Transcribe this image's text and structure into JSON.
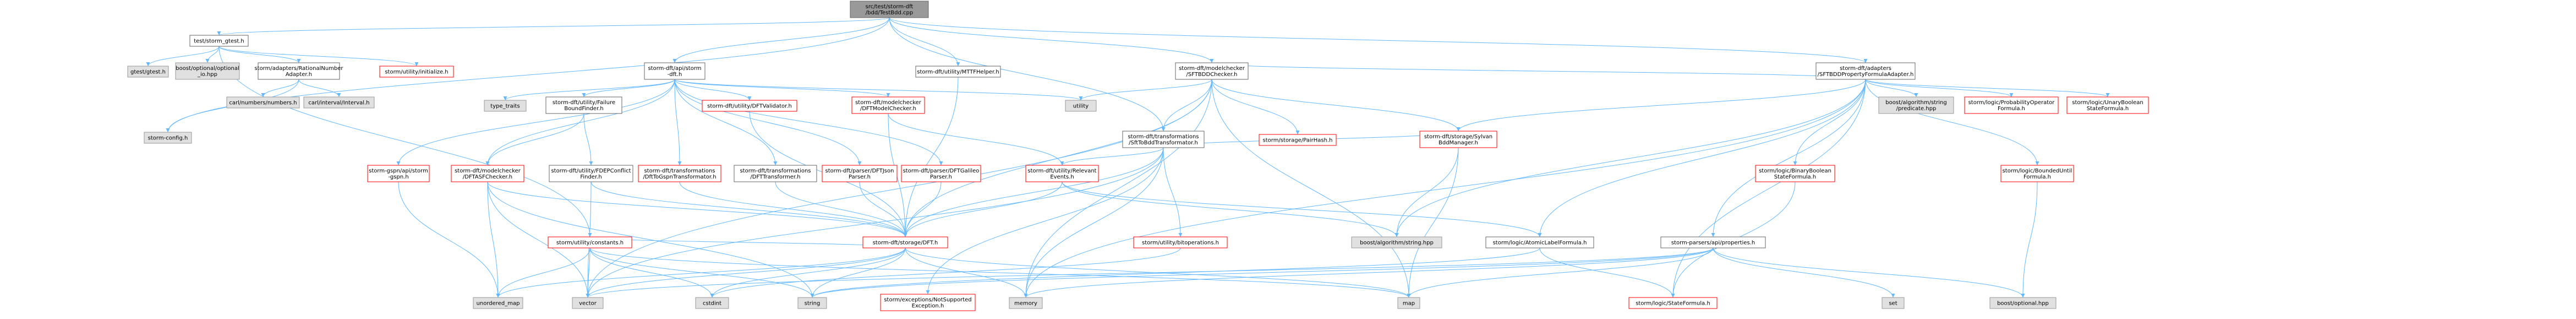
{
  "colors": {
    "root_fill": "#999999",
    "root_stroke": "#666666",
    "node_fill": "#ffffff",
    "node_stroke": "#666666",
    "red_stroke": "#ff0000",
    "red_text": "#ff0000",
    "ext_fill": "#e0e0e0",
    "ext_stroke": "#999999",
    "text": "#000000",
    "edge": "#63b8ff"
  },
  "nodes": {
    "root": {
      "lines": [
        "src/test/storm-dft",
        "/bdd/TestBdd.cpp"
      ],
      "kind": "root"
    },
    "storm_gtest": {
      "lines": [
        "test/storm_gtest.h"
      ],
      "kind": "normal"
    },
    "gtest": {
      "lines": [
        "gtest/gtest.h"
      ],
      "kind": "ext"
    },
    "boost_optional_io": {
      "lines": [
        "boost/optional/optional",
        "_io.hpp"
      ],
      "kind": "ext"
    },
    "rational_adapter": {
      "lines": [
        "storm/adapters/RationalNumber",
        "Adapter.h"
      ],
      "kind": "normal"
    },
    "storm_config": {
      "lines": [
        "storm-config.h"
      ],
      "kind": "ext"
    },
    "carl_numbers": {
      "lines": [
        "carl/numbers/numbers.h"
      ],
      "kind": "ext"
    },
    "carl_interval": {
      "lines": [
        "carl/interval/Interval.h"
      ],
      "kind": "ext"
    },
    "initialize": {
      "lines": [
        "storm/utility/initialize.h"
      ],
      "kind": "red"
    },
    "api_storm_dft": {
      "lines": [
        "storm-dft/api/storm",
        "-dft.h"
      ],
      "kind": "normal"
    },
    "mtfhelper": {
      "lines": [
        "storm-dft/utility/MTTFHelper.h"
      ],
      "kind": "normal"
    },
    "sftbdd_checker": {
      "lines": [
        "storm-dft/modelchecker",
        "/SFTBDDChecker.h"
      ],
      "kind": "normal"
    },
    "sftbdd_prop_adapter": {
      "lines": [
        "storm-dft/adapters",
        "/SFTBDDPropertyFormulaAdapter.h"
      ],
      "kind": "normal"
    },
    "type_traits": {
      "lines": [
        "type_traits"
      ],
      "kind": "ext"
    },
    "failure_bound": {
      "lines": [
        "storm-dft/utility/Failure",
        "BoundFinder.h"
      ],
      "kind": "normal"
    },
    "dft_validator": {
      "lines": [
        "storm-dft/utility/DFTValidator.h"
      ],
      "kind": "red"
    },
    "dft_model_checker": {
      "lines": [
        "storm-dft/modelchecker",
        "/DFTModelChecker.h"
      ],
      "kind": "red"
    },
    "utility": {
      "lines": [
        "utility"
      ],
      "kind": "ext"
    },
    "sftbdd_transformator": {
      "lines": [
        "storm-dft/transformations",
        "/SftToBddTransformator.h"
      ],
      "kind": "normal"
    },
    "pair_hash": {
      "lines": [
        "storm/storage/PairHash.h"
      ],
      "kind": "red"
    },
    "sylvan_bdd": {
      "lines": [
        "storm-dft/storage/Sylvan",
        "BddManager.h"
      ],
      "kind": "red"
    },
    "boost_string_pred": {
      "lines": [
        "boost/algorithm/string",
        "/predicate.hpp"
      ],
      "kind": "ext"
    },
    "prob_operator": {
      "lines": [
        "storm/logic/ProbabilityOperator",
        "Formula.h"
      ],
      "kind": "red"
    },
    "unary_bool": {
      "lines": [
        "storm/logic/UnaryBoolean",
        "StateFormula.h"
      ],
      "kind": "red"
    },
    "gspn": {
      "lines": [
        "storm-gspn/api/storm",
        "-gspn.h"
      ],
      "kind": "red"
    },
    "dft_asf_checker": {
      "lines": [
        "storm-dft/modelchecker",
        "/DFTASFChecker.h"
      ],
      "kind": "red"
    },
    "fdep_conflict": {
      "lines": [
        "storm-dft/utility/FDEPConflict",
        "Finder.h"
      ],
      "kind": "normal"
    },
    "dft_to_gspn": {
      "lines": [
        "storm-dft/transformations",
        "/DftToGspnTransformator.h"
      ],
      "kind": "red"
    },
    "dft_transformer": {
      "lines": [
        "storm-dft/transformations",
        "/DFTTransformer.h"
      ],
      "kind": "normal"
    },
    "dft_json_parser": {
      "lines": [
        "storm-dft/parser/DFTJson",
        "Parser.h"
      ],
      "kind": "red"
    },
    "dft_galileo_parser": {
      "lines": [
        "storm-dft/parser/DFTGalileo",
        "Parser.h"
      ],
      "kind": "red"
    },
    "relevant_events": {
      "lines": [
        "storm-dft/utility/Relevant",
        "Events.h"
      ],
      "kind": "red"
    },
    "binary_bool": {
      "lines": [
        "storm/logic/BinaryBoolean",
        "StateFormula.h"
      ],
      "kind": "red"
    },
    "bounded_until": {
      "lines": [
        "storm/logic/BoundedUntil",
        "Formula.h"
      ],
      "kind": "red"
    },
    "dft_h": {
      "lines": [
        "storm-dft/storage/DFT.h"
      ],
      "kind": "red"
    },
    "constants": {
      "lines": [
        "storm/utility/constants.h"
      ],
      "kind": "red"
    },
    "bitoperations": {
      "lines": [
        "storm/utility/bitoperations.h"
      ],
      "kind": "red"
    },
    "boost_string": {
      "lines": [
        "boost/algorithm/string.hpp"
      ],
      "kind": "ext"
    },
    "atomic_label": {
      "lines": [
        "storm/logic/AtomicLabelFormula.h"
      ],
      "kind": "normal"
    },
    "properties": {
      "lines": [
        "storm-parsers/api/properties.h"
      ],
      "kind": "normal"
    },
    "unordered_map": {
      "lines": [
        "unordered_map"
      ],
      "kind": "ext"
    },
    "vector": {
      "lines": [
        "vector"
      ],
      "kind": "ext"
    },
    "cstdint": {
      "lines": [
        "cstdint"
      ],
      "kind": "ext"
    },
    "string": {
      "lines": [
        "string"
      ],
      "kind": "ext"
    },
    "not_supported": {
      "lines": [
        "storm/exceptions/NotSupported",
        "Exception.h"
      ],
      "kind": "red"
    },
    "memory": {
      "lines": [
        "memory"
      ],
      "kind": "ext"
    },
    "map": {
      "lines": [
        "map"
      ],
      "kind": "ext"
    },
    "state_formula": {
      "lines": [
        "storm/logic/StateFormula.h"
      ],
      "kind": "red"
    },
    "set": {
      "lines": [
        "set"
      ],
      "kind": "ext"
    },
    "boost_optional": {
      "lines": [
        "boost/optional.hpp"
      ],
      "kind": "ext"
    }
  }
}
